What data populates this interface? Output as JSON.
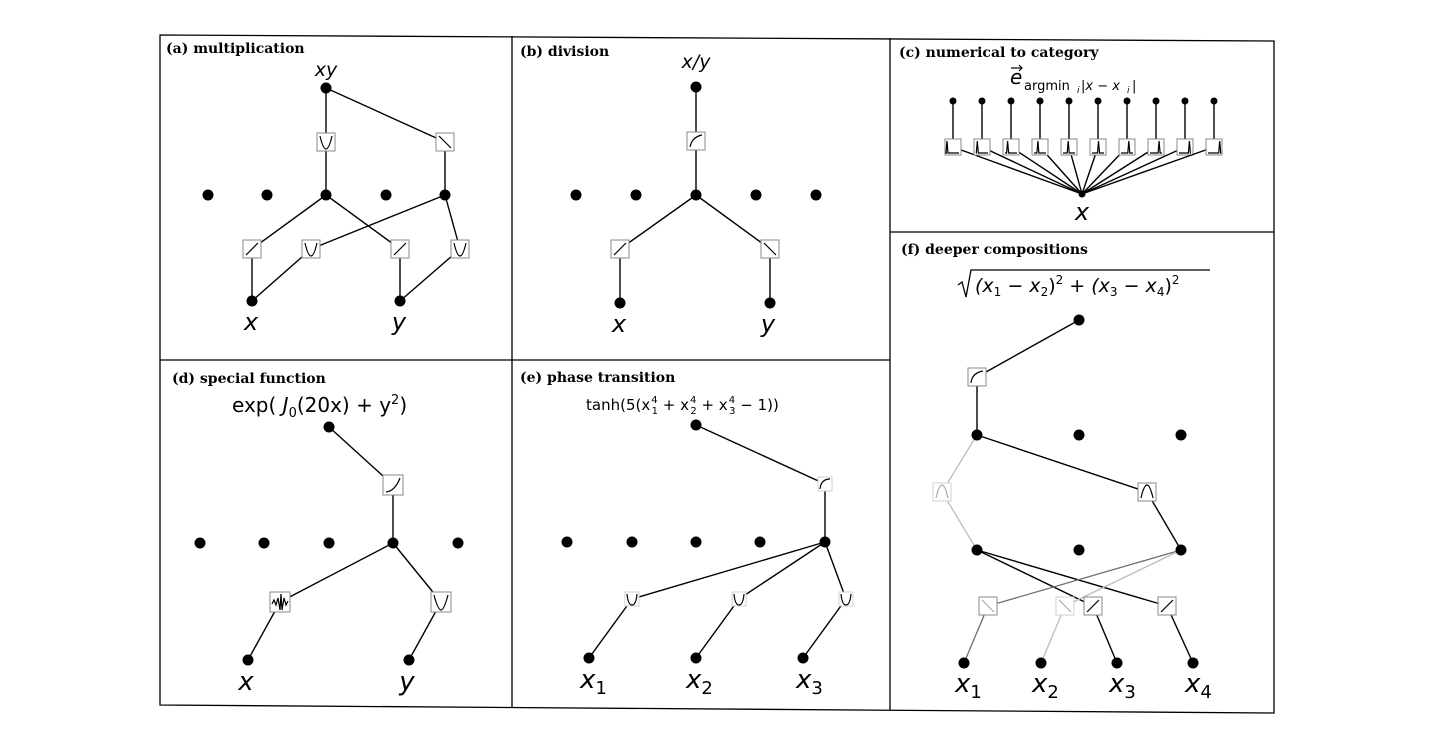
{
  "figure": {
    "panels": {
      "a": {
        "title": "(a) multiplication",
        "output": "xy",
        "inputs": [
          "x",
          "y"
        ]
      },
      "b": {
        "title": "(b) division",
        "output": "x/y",
        "inputs": [
          "x",
          "y"
        ]
      },
      "c": {
        "title": "(c) numerical to category",
        "output_main": "e",
        "output_sub": "argmin",
        "output_sub2": "i",
        "output_sub3": "|x − x",
        "output_sub4": "i",
        "output_sub5": "|",
        "inputs": [
          "x"
        ]
      },
      "d": {
        "title": "(d) special function",
        "output_pre": "exp( ",
        "output_J": "J",
        "output_sub": "0",
        "output_mid": "(20x) + y",
        "output_sup": "2",
        "output_post": ")",
        "inputs": [
          "x",
          "y"
        ]
      },
      "e": {
        "title": "(e) phase transition",
        "output_pre": "tanh(5(x",
        "output_1": "1",
        "output_2": "2",
        "output_3": "3",
        "output_sup": "4",
        "output_plus": " + x",
        "output_end": " − 1))",
        "inputs": [
          "x",
          "x",
          "x"
        ],
        "input_subs": [
          "1",
          "2",
          "3"
        ]
      },
      "f": {
        "title": "(f) deeper compositions",
        "output_a": "(x",
        "output_b": " − x",
        "output_c": ")",
        "output_d": " + (x",
        "output_e": " − x",
        "output_f": ")",
        "sub1": "1",
        "sub2": "2",
        "sub3": "3",
        "sub4": "4",
        "sup": "2",
        "inputs": [
          "x",
          "x",
          "x",
          "x"
        ],
        "input_subs": [
          "1",
          "2",
          "3",
          "4"
        ]
      }
    }
  }
}
